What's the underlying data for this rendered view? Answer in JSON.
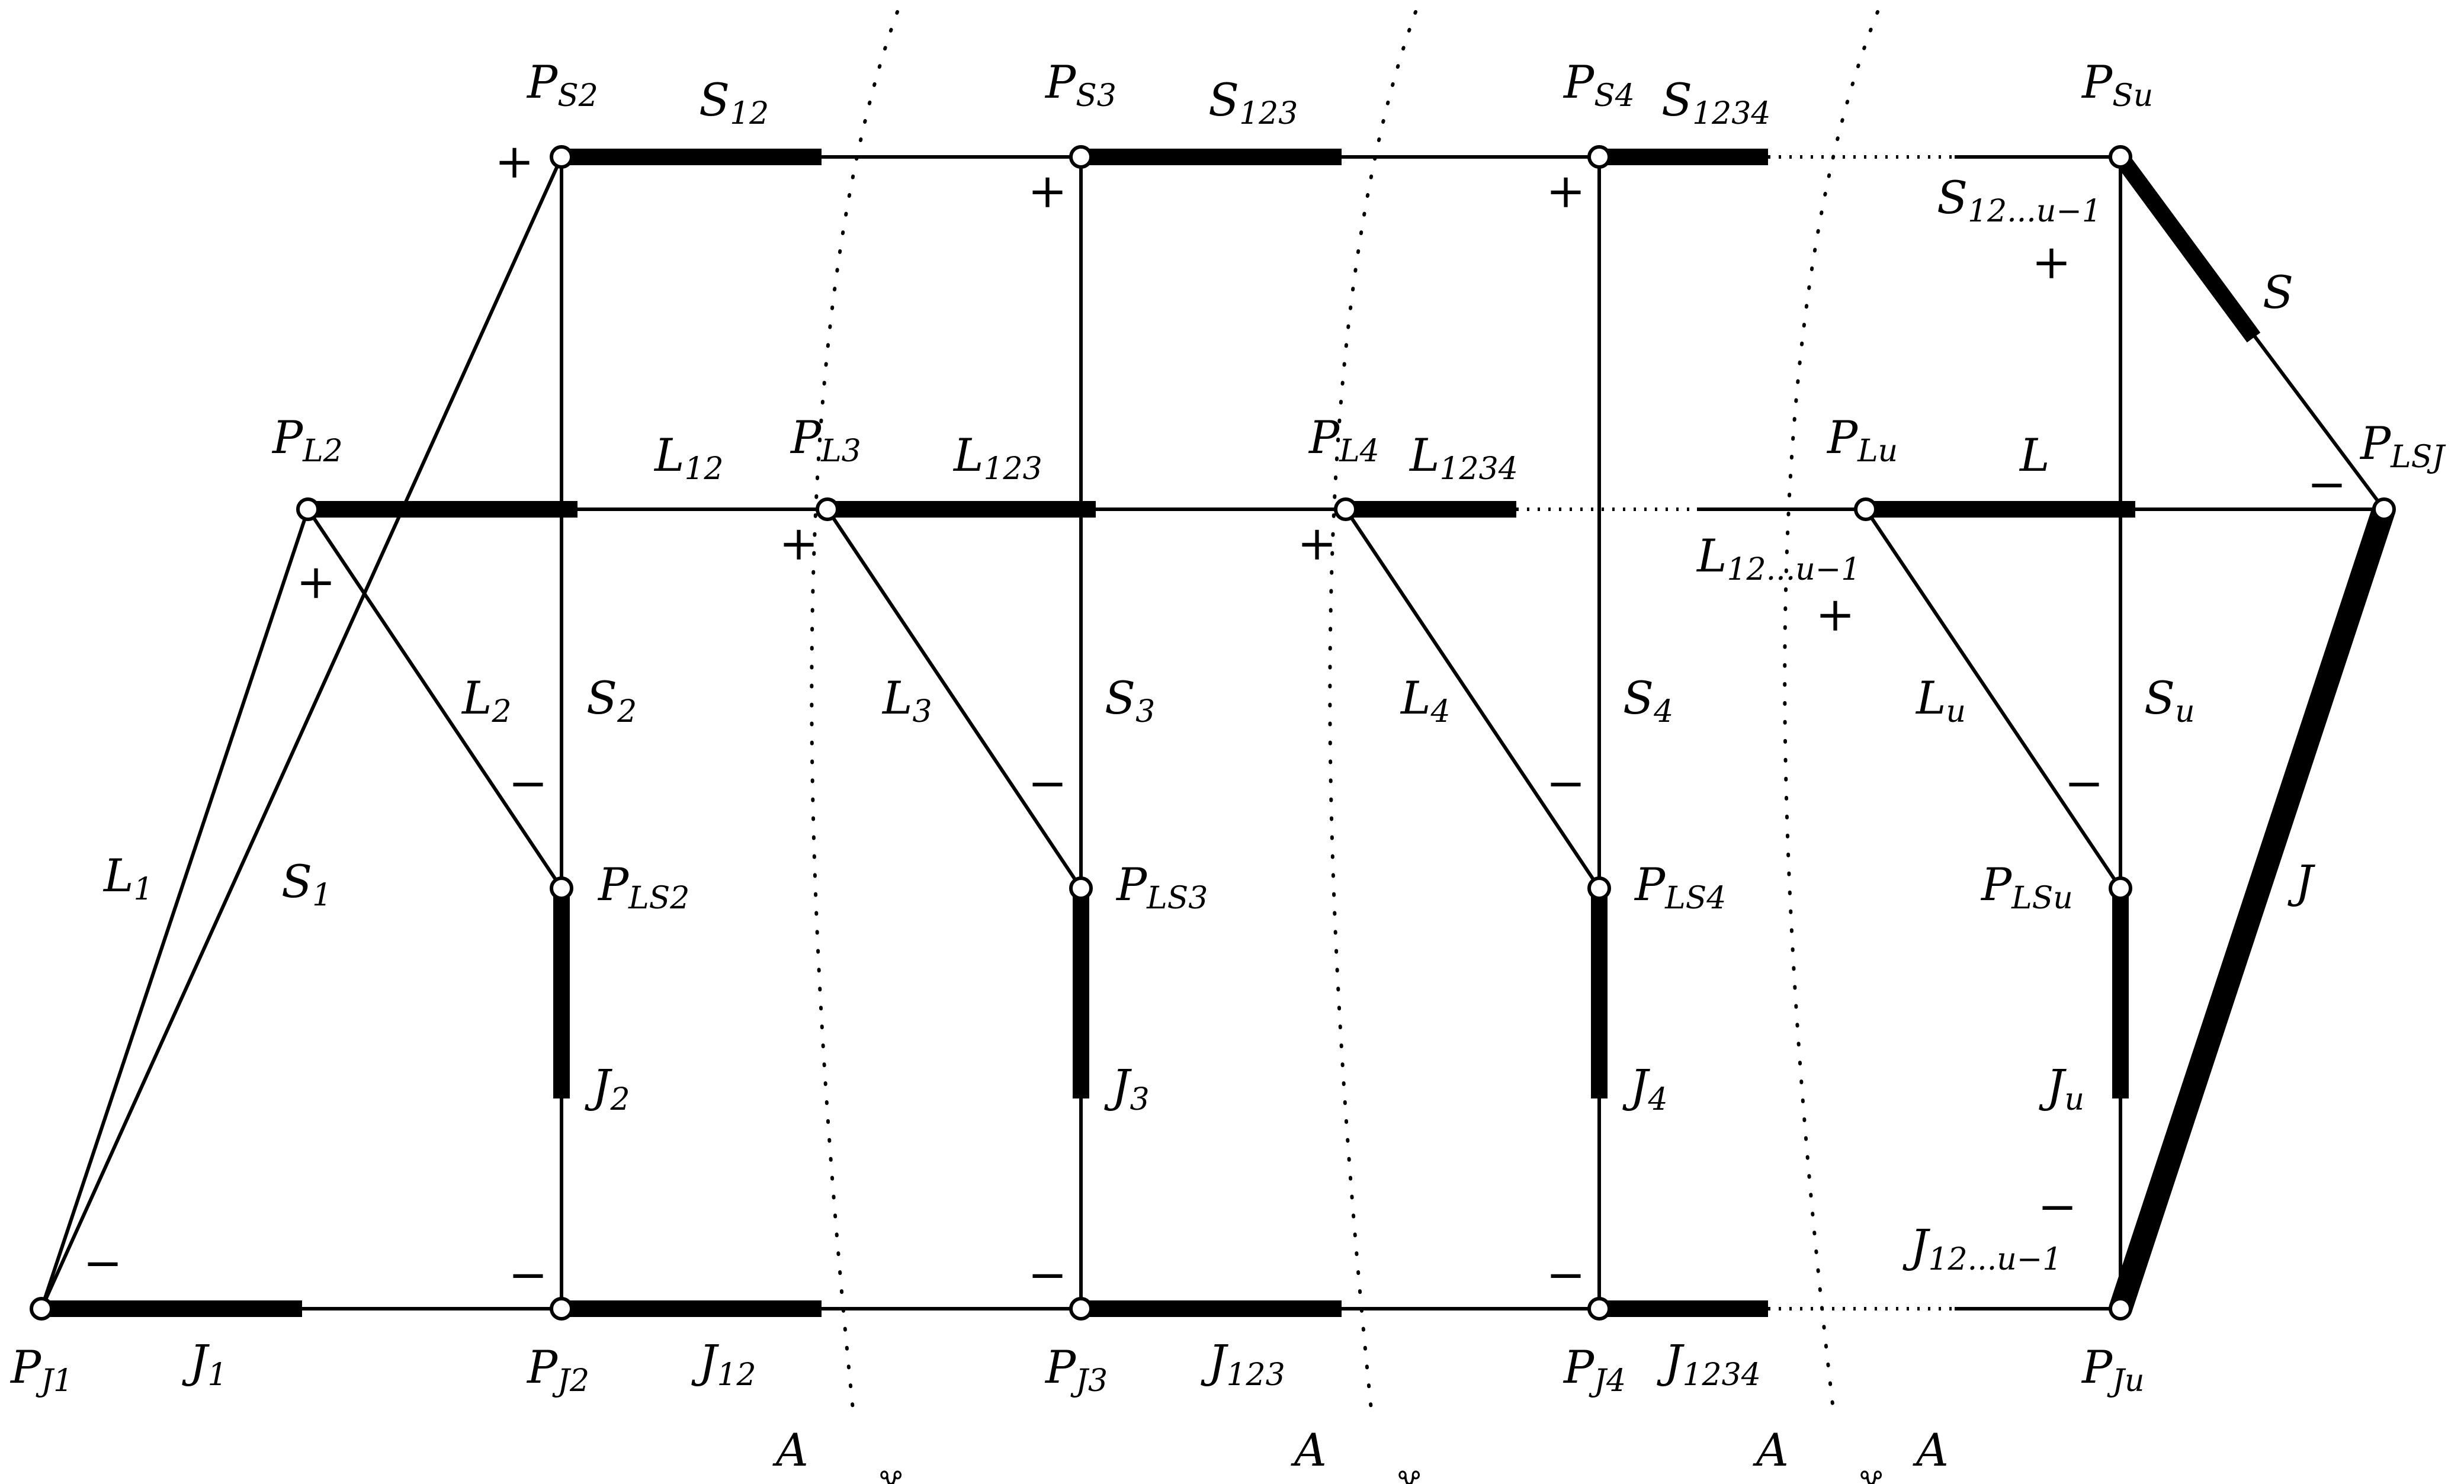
{
  "labels": {
    "PS2": {
      "base": "P",
      "sub": "S2"
    },
    "PS3": {
      "base": "P",
      "sub": "S3"
    },
    "PS4": {
      "base": "P",
      "sub": "S4"
    },
    "PSu": {
      "base": "P",
      "sub": "Su"
    },
    "S12": {
      "base": "S",
      "sub": "12"
    },
    "S123": {
      "base": "S",
      "sub": "123"
    },
    "S1234": {
      "base": "S",
      "sub": "1234"
    },
    "S12u1": {
      "base": "S",
      "sub": "12...u−1"
    },
    "S": {
      "base": "S",
      "sub": ""
    },
    "PL2": {
      "base": "P",
      "sub": "L2"
    },
    "L12": {
      "base": "L",
      "sub": "12"
    },
    "PL3": {
      "base": "P",
      "sub": "L3"
    },
    "L123": {
      "base": "L",
      "sub": "123"
    },
    "PL4": {
      "base": "P",
      "sub": "L4"
    },
    "L1234": {
      "base": "L",
      "sub": "1234"
    },
    "PLu": {
      "base": "P",
      "sub": "Lu"
    },
    "L": {
      "base": "L",
      "sub": ""
    },
    "PLSJ": {
      "base": "P",
      "sub": "LSJ"
    },
    "L12u1": {
      "base": "L",
      "sub": "12...u−1"
    },
    "L1": {
      "base": "L",
      "sub": "1"
    },
    "S1": {
      "base": "S",
      "sub": "1"
    },
    "L2": {
      "base": "L",
      "sub": "2"
    },
    "S2": {
      "base": "S",
      "sub": "2"
    },
    "L3": {
      "base": "L",
      "sub": "3"
    },
    "S3": {
      "base": "S",
      "sub": "3"
    },
    "L4": {
      "base": "L",
      "sub": "4"
    },
    "S4": {
      "base": "S",
      "sub": "4"
    },
    "Lu": {
      "base": "L",
      "sub": "u"
    },
    "Su": {
      "base": "S",
      "sub": "u"
    },
    "PLS2": {
      "base": "P",
      "sub": "LS2"
    },
    "PLS3": {
      "base": "P",
      "sub": "LS3"
    },
    "PLS4": {
      "base": "P",
      "sub": "LS4"
    },
    "PLSu": {
      "base": "P",
      "sub": "LSu"
    },
    "J": {
      "base": "J",
      "sub": ""
    },
    "J2": {
      "base": "J",
      "sub": "2"
    },
    "J3": {
      "base": "J",
      "sub": "3"
    },
    "J4": {
      "base": "J",
      "sub": "4"
    },
    "Ju": {
      "base": "J",
      "sub": "u"
    },
    "J12u1": {
      "base": "J",
      "sub": "12...u−1"
    },
    "PJ1": {
      "base": "P",
      "sub": "J1"
    },
    "J1": {
      "base": "J",
      "sub": "1"
    },
    "PJ2": {
      "base": "P",
      "sub": "J2"
    },
    "J12": {
      "base": "J",
      "sub": "12"
    },
    "PJ3": {
      "base": "P",
      "sub": "J3"
    },
    "J123": {
      "base": "J",
      "sub": "123"
    },
    "PJ4": {
      "base": "P",
      "sub": "J4"
    },
    "J1234": {
      "base": "J",
      "sub": "1234"
    },
    "PJu": {
      "base": "P",
      "sub": "Ju"
    }
  },
  "cut_label": "A",
  "scissors": "✂",
  "plus": "+",
  "minus": "−"
}
